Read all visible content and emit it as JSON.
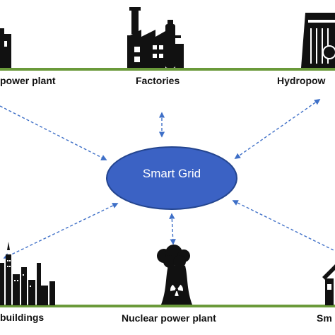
{
  "hub": {
    "label": "Smart Grid",
    "fill": "#3b62c4",
    "stroke": "#24458f"
  },
  "nodes": {
    "top_left": {
      "label": "power plant",
      "icon": "power-plant-icon"
    },
    "top_center": {
      "label": "Factories",
      "icon": "factory-icon"
    },
    "top_right": {
      "label": "Hydropow",
      "icon": "hydropower-dam-icon"
    },
    "bottom_left": {
      "label": "buildings",
      "icon": "city-buildings-icon"
    },
    "bottom_center": {
      "label": "Nuclear power plant",
      "icon": "nuclear-plant-icon"
    },
    "bottom_right": {
      "label": "Sm",
      "icon": "smart-home-icon"
    }
  },
  "colors": {
    "ground": "#6a9a3a",
    "arrow": "#3e6fc7",
    "icon": "#111111"
  }
}
